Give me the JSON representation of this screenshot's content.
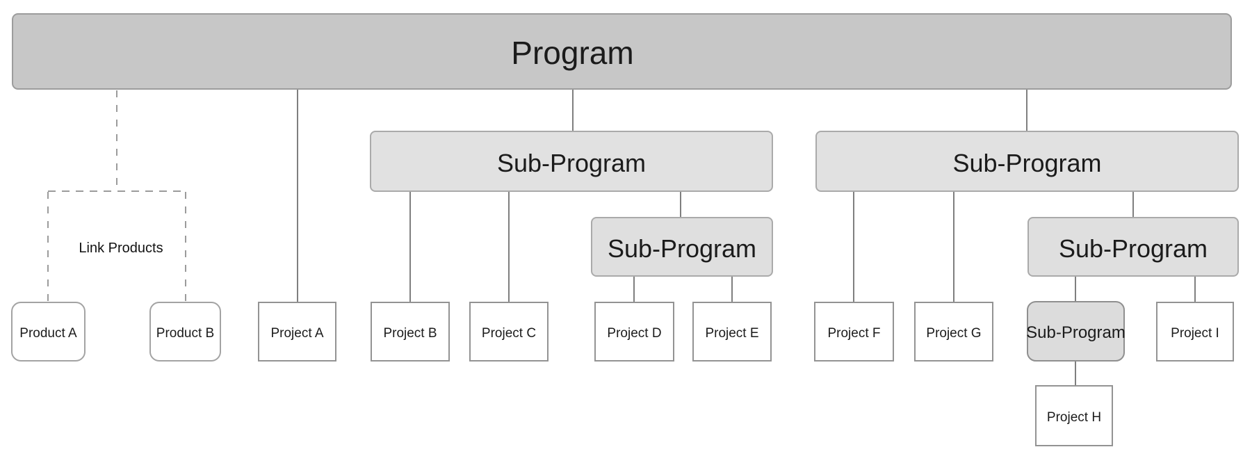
{
  "title": "Program hierarchy diagram",
  "nodes": {
    "program": {
      "label": "Program",
      "level": "root"
    },
    "sub_program_1": {
      "label": "Sub-Program",
      "level": "sub"
    },
    "sub_program_2": {
      "label": "Sub-Program",
      "level": "sub"
    },
    "sub_program_1a": {
      "label": "Sub-Program",
      "level": "nested-sub"
    },
    "sub_program_2a": {
      "label": "Sub-Program",
      "level": "nested-sub"
    },
    "sub_program_2a1": {
      "label": "Sub-Program",
      "level": "leaf-sub"
    },
    "link_products": {
      "label": "Link Products",
      "level": "annotation"
    },
    "product_a": {
      "label": "Product A",
      "level": "leaf"
    },
    "product_b": {
      "label": "Product B",
      "level": "leaf"
    },
    "project_a": {
      "label": "Project A",
      "level": "leaf"
    },
    "project_b": {
      "label": "Project B",
      "level": "leaf"
    },
    "project_c": {
      "label": "Project C",
      "level": "leaf"
    },
    "project_d": {
      "label": "Project D",
      "level": "leaf"
    },
    "project_e": {
      "label": "Project E",
      "level": "leaf"
    },
    "project_f": {
      "label": "Project F",
      "level": "leaf"
    },
    "project_g": {
      "label": "Project G",
      "level": "leaf"
    },
    "project_h": {
      "label": "Project H",
      "level": "leaf"
    },
    "project_i": {
      "label": "Project I",
      "level": "leaf"
    }
  },
  "edges": [
    {
      "from": "program",
      "to": "link_products_group",
      "style": "dashed"
    },
    {
      "from": "link_products_group",
      "to": "product_a",
      "style": "dashed"
    },
    {
      "from": "link_products_group",
      "to": "product_b",
      "style": "dashed"
    },
    {
      "from": "program",
      "to": "project_a",
      "style": "solid"
    },
    {
      "from": "program",
      "to": "sub_program_1",
      "style": "solid"
    },
    {
      "from": "program",
      "to": "sub_program_2",
      "style": "solid"
    },
    {
      "from": "sub_program_1",
      "to": "project_b",
      "style": "solid"
    },
    {
      "from": "sub_program_1",
      "to": "project_c",
      "style": "solid"
    },
    {
      "from": "sub_program_1",
      "to": "sub_program_1a",
      "style": "solid"
    },
    {
      "from": "sub_program_1a",
      "to": "project_d",
      "style": "solid"
    },
    {
      "from": "sub_program_1a",
      "to": "project_e",
      "style": "solid"
    },
    {
      "from": "sub_program_2",
      "to": "project_f",
      "style": "solid"
    },
    {
      "from": "sub_program_2",
      "to": "project_g",
      "style": "solid"
    },
    {
      "from": "sub_program_2",
      "to": "sub_program_2a",
      "style": "solid"
    },
    {
      "from": "sub_program_2a",
      "to": "sub_program_2a1",
      "style": "solid"
    },
    {
      "from": "sub_program_2a",
      "to": "project_i",
      "style": "solid"
    },
    {
      "from": "sub_program_2a1",
      "to": "project_h",
      "style": "solid"
    }
  ],
  "colors": {
    "background": "#ffffff",
    "program_fill": "#c7c7c7",
    "subprogram_fill": "#e1e1e1",
    "subprogram_small_fill": "#dcdcdc",
    "leaf_fill": "#ffffff",
    "program_border": "#9c9c9c",
    "subprogram_border": "#aaaaaa",
    "leaf_border": "#939393",
    "connector": "#7f7f7f",
    "dashed_connector": "#9b9b9b",
    "text": "#1b1b1b"
  }
}
